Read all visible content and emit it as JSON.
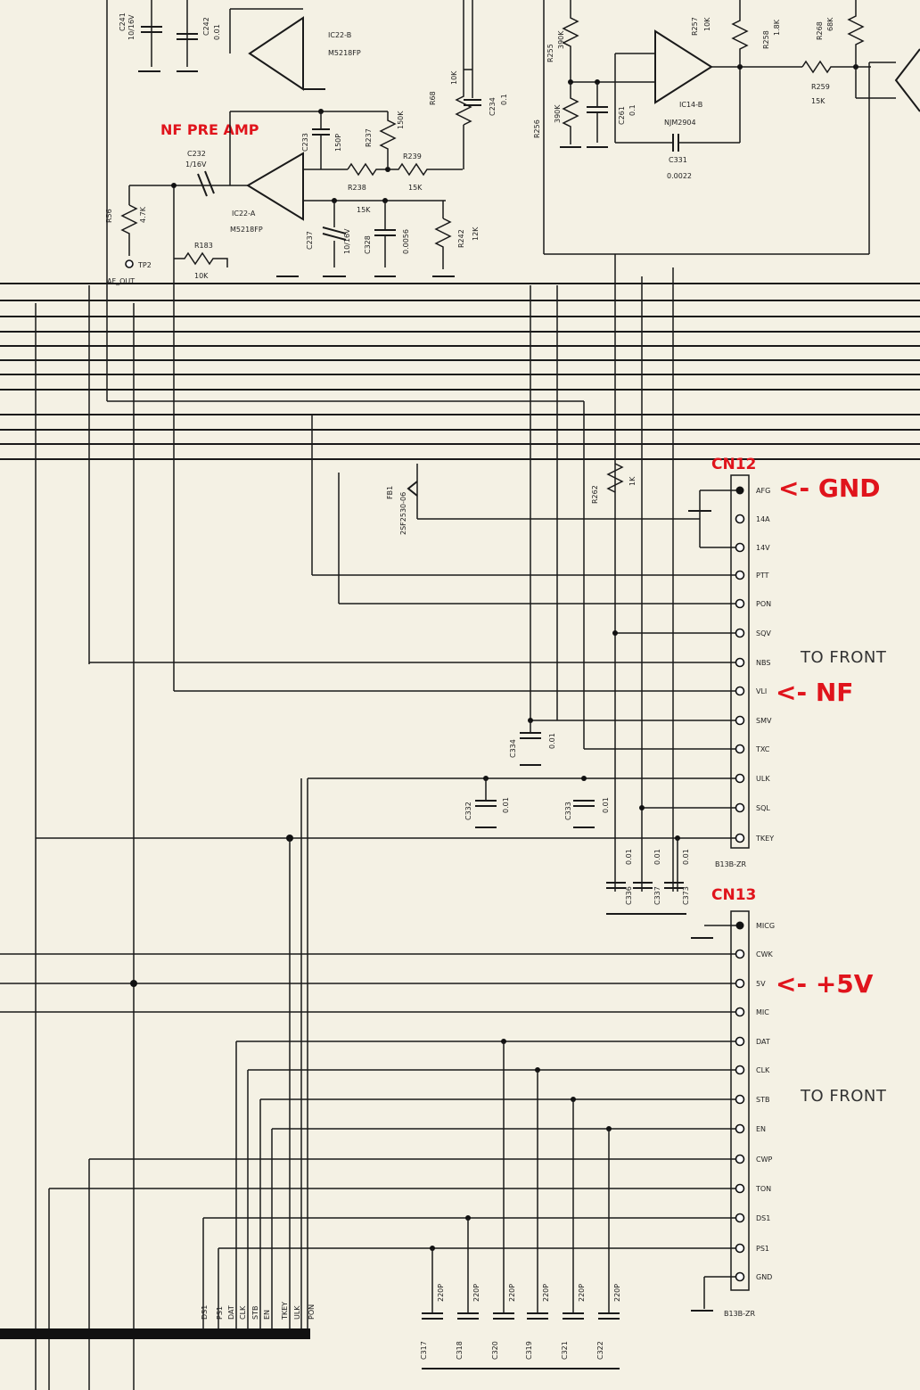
{
  "labels": {
    "nf_pre_amp": "NF PRE AMP",
    "cn12_title": "CN12",
    "cn13_title": "CN13",
    "gnd_note": "<- GND",
    "nf_note": "<- NF",
    "v5_note": "<- +5V",
    "to_front_1": "TO FRONT",
    "to_front_2": "TO FRONT",
    "cn12_part": "B13B-ZR",
    "cn13_part": "B13B-ZR",
    "af_out": "AF_OUT",
    "tp2": "TP2"
  },
  "cn12_pins": [
    "AFG",
    "14A",
    "14V",
    "PTT",
    "PON",
    "SQV",
    "NBS",
    "VLI",
    "SMV",
    "TXC",
    "ULK",
    "SQL",
    "TKEY"
  ],
  "cn13_pins": [
    "MICG",
    "CWK",
    "5V",
    "MIC",
    "DAT",
    "CLK",
    "STB",
    "EN",
    "CWP",
    "TON",
    "DS1",
    "PS1",
    "GND"
  ],
  "bus_labels": [
    "DS1",
    "PS1",
    "DAT",
    "CLK",
    "STB",
    "EN",
    "TKEY",
    "ULK",
    "PON"
  ],
  "components": {
    "ic22b": "IC22-B",
    "ic22b_part": "M5218FP",
    "ic22a": "IC22-A",
    "ic22a_part": "M5218FP",
    "ic14b": "IC14-B",
    "ic14b_part": "NJM2904",
    "c241": "C241",
    "c241_val": "10/16V",
    "c242": "C242",
    "c242_val": "0.01",
    "c232": "C232",
    "c232_val": "1/16V",
    "c233": "C233",
    "c233_val": "150P",
    "r237": "R237",
    "r237_val": "150K",
    "r238": "R238",
    "r238_val": "15K",
    "r239": "R239",
    "r239_val": "15K",
    "r68": "R68",
    "r68_val": "10K",
    "c234": "C234",
    "c234_val": "0.1",
    "r56": "R56",
    "r56_val": "4.7K",
    "r183": "R183",
    "r183_val": "10K",
    "c237": "C237",
    "c237_val": "10/16V",
    "c328": "C328",
    "c328_val": "0.0056",
    "r242": "R242",
    "r242_val": "12K",
    "r255": "R255",
    "r255_val": "390K",
    "r256": "R256",
    "r256_val": "390K",
    "c261": "C261",
    "c261_val": "0.1",
    "c331": "C331",
    "c331_val": "0.0022",
    "r257": "R257",
    "r257_val": "10K",
    "r258": "R258",
    "r258_val": "1.8K",
    "r268": "R268",
    "r268_val": "68K",
    "r259": "R259",
    "r259_val": "15K",
    "fb1": "FB1",
    "fb1_part": "2SF2530-06",
    "r262": "R262",
    "r262_val": "1K",
    "c334": "C334",
    "c334_val": "0.01",
    "c332": "C332",
    "c332_val": "0.01",
    "c333": "C333",
    "c333_val": "0.01",
    "c336": "C336",
    "c336_val": "0.01",
    "c337": "C337",
    "c337_val": "0.01",
    "c373": "C373",
    "c373_val": "0.01",
    "c317": "C317",
    "c318": "C318",
    "c320": "C320",
    "c319": "C319",
    "c321": "C321",
    "c322": "C322",
    "c_220p": "220P"
  },
  "colors": {
    "annotation": "#e0141c",
    "ink": "#1a1a1a",
    "paper": "#f4f1e4"
  }
}
